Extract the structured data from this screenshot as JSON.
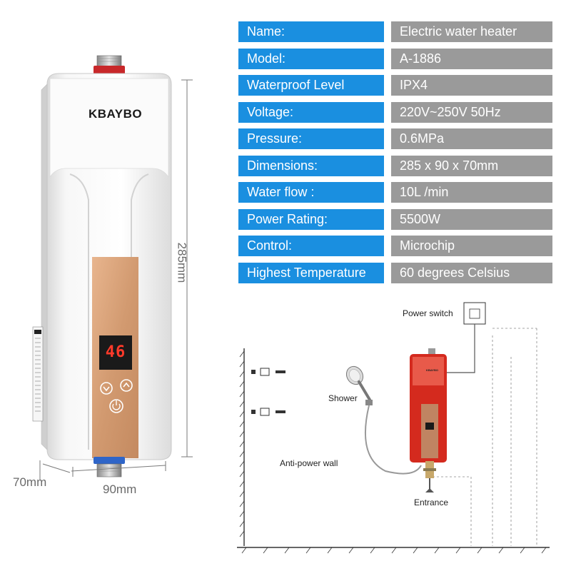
{
  "specs": [
    {
      "label": "Name:",
      "value": "Electric water heater"
    },
    {
      "label": "Model:",
      "value": "A-1886"
    },
    {
      "label": "Waterproof Level",
      "value": "IPX4"
    },
    {
      "label": "Voltage:",
      "value": "220V~250V 50Hz"
    },
    {
      "label": "Pressure:",
      "value": "0.6MPa"
    },
    {
      "label": "Dimensions:",
      "value": "285 x 90 x 70mm"
    },
    {
      "label": "Water flow :",
      "value": "10L /min"
    },
    {
      "label": "Power Rating:",
      "value": "5500W"
    },
    {
      "label": "Control:",
      "value": "Microchip"
    },
    {
      "label": "Highest Temperature",
      "value": "60 degrees Celsius"
    }
  ],
  "product": {
    "brand": "KBAYBO",
    "display_value": "46"
  },
  "dimensions": {
    "height": "285mm",
    "depth": "70mm",
    "width": "90mm"
  },
  "diagram": {
    "power_switch": "Power switch",
    "shower": "Shower",
    "anti_power_wall": "Anti-power wall",
    "entrance": "Entrance"
  },
  "colors": {
    "label_bg": "#1a8fe0",
    "value_bg": "#9a9a9a",
    "heater_body": "#f2f2f2",
    "panel_gold": "#d9a27a",
    "red_heater": "#d42a1e"
  }
}
